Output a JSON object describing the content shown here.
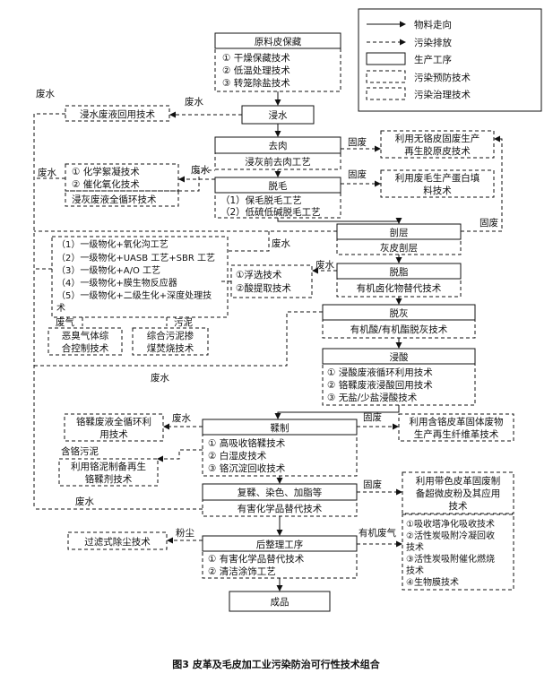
{
  "legend": {
    "material_flow": "物料走向",
    "pollution_discharge": "污染排放",
    "process": "生产工序",
    "prevention_tech": "污染预防技术",
    "treatment_tech": "污染治理技术"
  },
  "nodes": {
    "raw_hide": {
      "title": "原料皮保藏",
      "items": [
        "① 干燥保藏技术",
        "② 低温处理技术",
        "③ 转笼除盐技术"
      ]
    },
    "soaking": {
      "title": "浸水"
    },
    "soak_recycle": {
      "title": "浸水废液回用技术"
    },
    "fleshing": {
      "title": "去肉",
      "sub": "浸灰前去肉工艺"
    },
    "chromefree_glue": {
      "lines": [
        "利用无铬皮固废生产",
        "再生胶原皮技术"
      ]
    },
    "dehair_treat": {
      "items": [
        "① 化学絮凝技术",
        "② 催化氧化技术"
      ],
      "foot": "浸灰废液全循环技术"
    },
    "dehairing": {
      "title": "脱毛",
      "items": [
        "（1）保毛脱毛工艺",
        "（2）低硫低碱脱毛工艺"
      ]
    },
    "hair_protein": {
      "lines": [
        "利用废毛生产蛋白填",
        "料技术"
      ]
    },
    "splitting": {
      "title": "剖层",
      "sub": "灰皮剖层"
    },
    "biochem": {
      "items": [
        "（1）一级物化+氧化沟工艺",
        "（2）一级物化+UASB 工艺+SBR 工艺",
        "（3）一级物化+A/O 工艺",
        "（4）一级物化+膜生物反应器",
        "（5）一级物化+二级生化+深度处理技"
      ],
      "tail": "术"
    },
    "degrease_treat": {
      "items": [
        "①浮选技术",
        "②酸提取技术"
      ]
    },
    "degreasing": {
      "title": "脱脂",
      "sub": "有机卤化物替代技术"
    },
    "deliming": {
      "title": "脱灰",
      "sub": "有机酸/有机酯脱灰技术"
    },
    "odor": {
      "lines": [
        "恶臭气体综",
        "合控制技术"
      ]
    },
    "sludge_burn": {
      "lines": [
        "综合污泥掺",
        "煤焚烧技术"
      ]
    },
    "pickling": {
      "title": "浸酸",
      "items": [
        "①  浸酸废液循环利用技术",
        "②  铬鞣废液浸酸回用技术",
        "③  无盐/少盐浸酸技术"
      ]
    },
    "chrome_recycle": {
      "lines": [
        "铬鞣废液全循环利",
        "用技术"
      ]
    },
    "tanning": {
      "title": "鞣制",
      "items": [
        "①  高吸收铬鞣技术",
        "②  白湿皮技术",
        "③  铬沉淀回收技术"
      ]
    },
    "fiberboard": {
      "lines": [
        "利用含铬皮革固体废物",
        "生产再生纤维革技术"
      ]
    },
    "chrome_sludge_tan": {
      "lines": [
        "利用铬泥制备再生",
        "铬鞣剂技术"
      ]
    },
    "retanning": {
      "title": "复鞣、染色、加脂等",
      "sub": "有害化学品替代技术"
    },
    "powder": {
      "lines": [
        "利用带色皮革固废制",
        "备超微皮粉及其应用",
        "技术"
      ]
    },
    "dust_filter": {
      "title": "过滤式除尘技术"
    },
    "finishing": {
      "title": "后整理工序",
      "items": [
        "①  有害化学品替代技术",
        "②  清洁涂饰工艺"
      ]
    },
    "voc": {
      "items": [
        "①吸收塔净化吸收技术",
        "②活性炭吸附冷凝回收",
        "技术",
        "③活性炭吸附催化燃烧",
        "技术",
        "④生物膜技术"
      ]
    },
    "product": {
      "title": "成品"
    }
  },
  "labels": {
    "wastewater": "废水",
    "solid_waste": "固废",
    "chrome_sludge": "含铬污泥",
    "waste_gas": "废气",
    "sludge": "污泥",
    "dust": "粉尘",
    "organic_gas": "有机废气"
  },
  "caption": "图3  皮革及毛皮加工业污染防治可行性技术组合"
}
